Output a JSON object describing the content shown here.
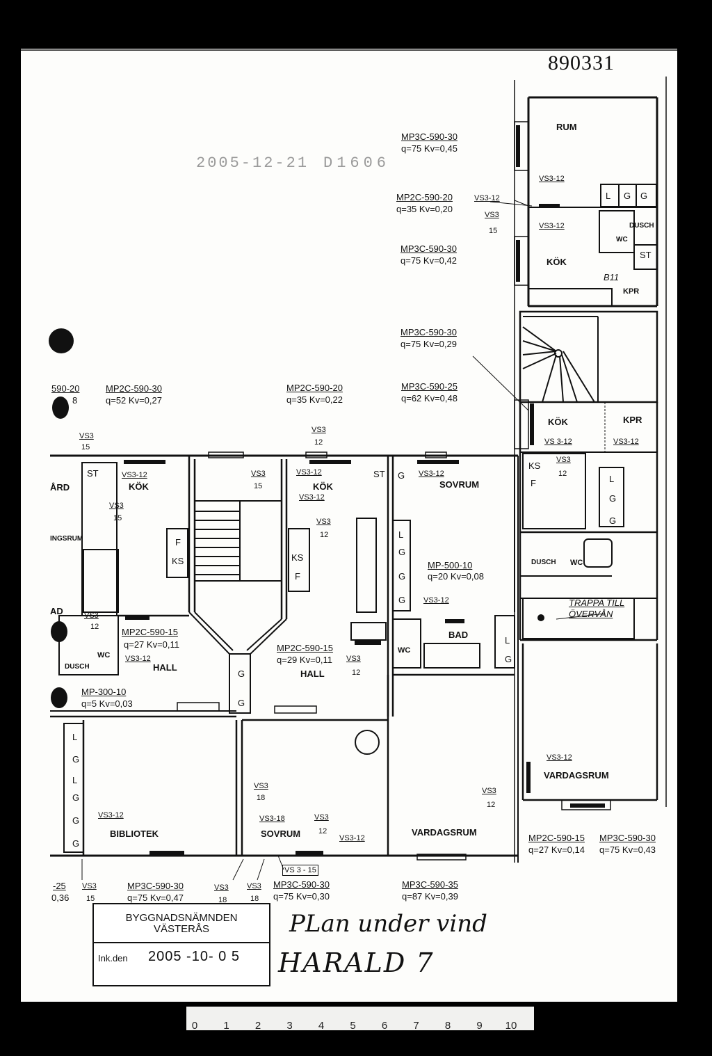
{
  "document_number": "890331",
  "faint_stamp": {
    "date": "2005-12-21",
    "code": "D1606"
  },
  "duct_specs": [
    {
      "id": "s1",
      "line1": "MP3C-590-30",
      "line2": "q=75  Kv=0,45"
    },
    {
      "id": "s2",
      "line1": "MP2C-590-20",
      "line2": "q=35  Kv=0,20"
    },
    {
      "id": "s3",
      "line1": "MP3C-590-30",
      "line2": "q=75  Kv=0,42"
    },
    {
      "id": "s4",
      "line1": "MP3C-590-30",
      "line2": "q=75  Kv=0,29"
    },
    {
      "id": "s5",
      "line1": "MP2C-590-30",
      "line2": "q=52  Kv=0,27"
    },
    {
      "id": "s6",
      "line1": "MP2C-590-20",
      "line2": "q=35  Kv=0,22"
    },
    {
      "id": "s7",
      "line1": "MP3C-590-25",
      "line2": "q=62  Kv=0,48"
    },
    {
      "id": "s8",
      "line1": "MP-500-10",
      "line2": "q=20 Kv=0,08"
    },
    {
      "id": "s9",
      "line1": "MP2C-590-15",
      "line2": "q=27 Kv=0,11"
    },
    {
      "id": "s10",
      "line1": "MP2C-590-15",
      "line2": "q=29 Kv=0,11"
    },
    {
      "id": "s11",
      "line1": "MP-300-10",
      "line2": "q=5  Kv=0,03"
    },
    {
      "id": "s12",
      "line1": "MP2C-590-15",
      "line2": "q=27 Kv=0,14"
    },
    {
      "id": "s13",
      "line1": "MP3C-590-30",
      "line2": "q=75  Kv=0,43"
    },
    {
      "id": "s14",
      "line1": "MP3C-590-30",
      "line2": "q=75 Kv=0,47"
    },
    {
      "id": "s15",
      "line1": "MP3C-590-30",
      "line2": "q=75 Kv=0,30"
    },
    {
      "id": "s16",
      "line1": "MP3C-590-35",
      "line2": "q=87 Kv=0,39"
    },
    {
      "id": "s17",
      "line1": "590-20",
      "line2": "8"
    },
    {
      "id": "s18",
      "line1": "-25",
      "line2": "0,36"
    }
  ],
  "rooms": {
    "rum": "RUM",
    "kok_top": "KÖK",
    "kpr_top": "KPR",
    "kok_right": "KÖK",
    "kpr_right": "KPR",
    "kok_left": "KÖK",
    "kok_mid": "KÖK",
    "sovrum_right": "SOVRUM",
    "bad": "BAD",
    "hall_left": "HALL",
    "hall_mid": "HALL",
    "dusch_left": "DUSCH",
    "dusch_right": "DUSCH",
    "wc_left": "WC",
    "wc_mid": "WC",
    "wc_right": "WC",
    "wc_top": "WC",
    "dusch_top": "DUSCH",
    "bibliotek": "BIBLIOTEK",
    "sovrum_bottom": "SOVRUM",
    "vardagsrum_mid": "VARDAGSRUM",
    "vardagsrum_right": "VARDAGSRUM",
    "trappa": "TRAPPA TILL",
    "overvan": "ÖVERVÅN",
    "ingsrum": "INGSRUM",
    "ard": "ÅRD",
    "ad": "AD"
  },
  "fixtures": {
    "L": "L",
    "G": "G",
    "ST": "ST",
    "F": "F",
    "KS": "KS",
    "B11": "B11"
  },
  "valve_tags": {
    "vs312": "VS3-12",
    "vs3": "VS3",
    "n15": "15",
    "n12": "12",
    "n18": "18",
    "vs318": "VS3-18",
    "vs315": "VS 3 - 15",
    "vs3_12_spaced": "VS 3-12"
  },
  "stamp": {
    "authority": "BYGGNADSNÄMNDEN",
    "city": "VÄSTERÅS",
    "ink_label": "Ink.den",
    "ink_date": "2005 -10- 0 5"
  },
  "handwriting": {
    "line1": "PLan under vind",
    "line2": "HARALD 7"
  },
  "ruler_numbers": [
    "0",
    "1",
    "2",
    "3",
    "4",
    "5",
    "6",
    "7",
    "8",
    "9",
    "10"
  ]
}
